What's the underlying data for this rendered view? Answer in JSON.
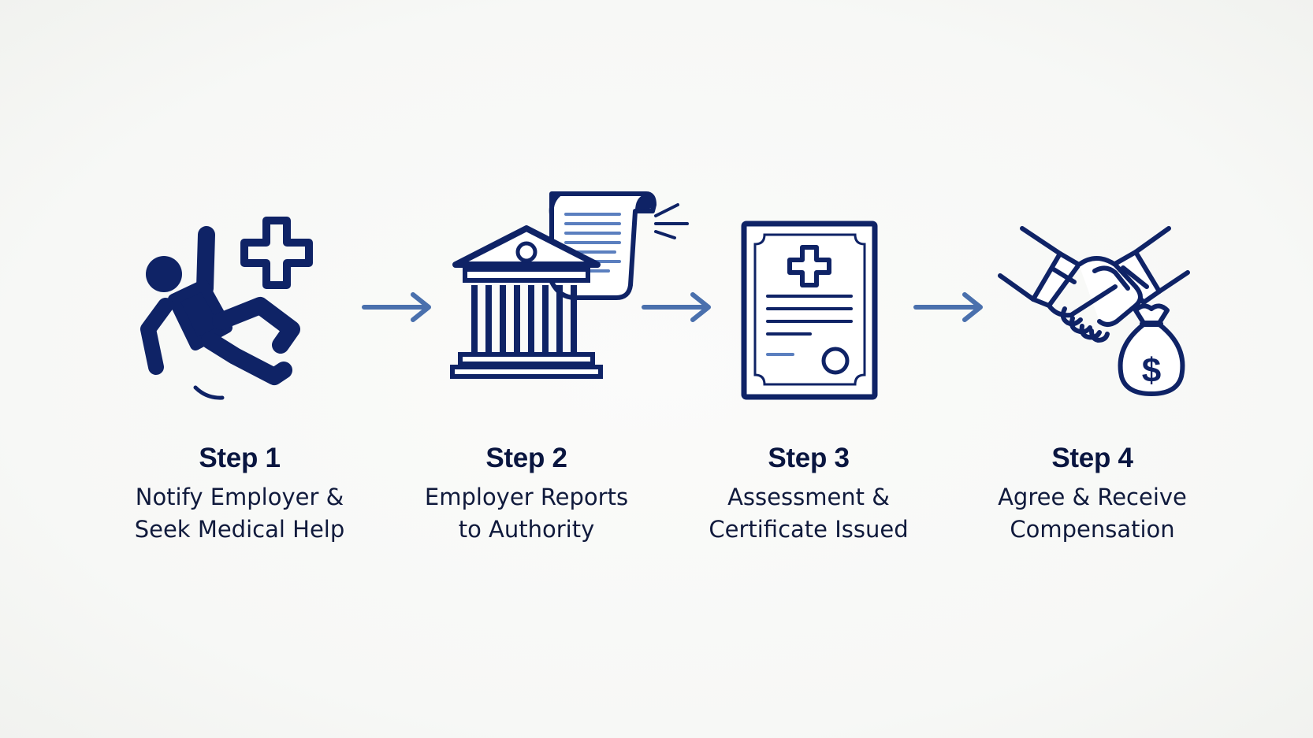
{
  "colors": {
    "icon_navy": "#0f2366",
    "arrow_blue": "#4a70ad",
    "accent_light": "#5b7fbf",
    "text_dark": "#0a1640"
  },
  "steps": [
    {
      "title": "Step 1",
      "line1": "Notify Employer &",
      "line2": "Seek Medical Help",
      "icon": "falling-person-medical-cross-icon"
    },
    {
      "title": "Step 2",
      "line1": "Employer Reports",
      "line2": "to Authority",
      "icon": "government-building-document-icon"
    },
    {
      "title": "Step 3",
      "line1": "Assessment &",
      "line2": "Certificate Issued",
      "icon": "medical-certificate-icon"
    },
    {
      "title": "Step 4",
      "line1": "Agree & Receive",
      "line2": "Compensation",
      "icon": "handshake-money-bag-icon"
    }
  ],
  "connectors": [
    "arrow-right-icon",
    "arrow-right-icon",
    "arrow-right-icon"
  ]
}
